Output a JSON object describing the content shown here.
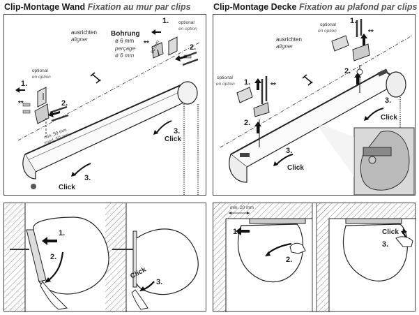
{
  "headings": {
    "left": {
      "de": "Clip-Montage Wand",
      "fr": "Fixation au mur par clips"
    },
    "right": {
      "de": "Clip-Montage Decke",
      "fr": "Fixation au plafond par clips"
    }
  },
  "wall_panel": {
    "align_de": "ausrichten",
    "align_fr": "aligner",
    "drill_de": "Bohrung",
    "drill_size_de": "ø 6 mm",
    "drill_fr": "perçage",
    "drill_size_fr": "ø 6 mm",
    "optional_de": "optional",
    "optional_fr": "en option",
    "dim_50": "50 mm",
    "min_50_de": "min. 50 mm",
    "min_50_fr": "mind. 50 mm",
    "step1": "1.",
    "step2": "2.",
    "step3": "3.",
    "click": "Click",
    "screw_mark": "**"
  },
  "ceiling_panel": {
    "align_de": "ausrichten",
    "align_fr": "aligner",
    "optional_de": "optional",
    "optional_fr": "en option",
    "step1": "1.",
    "step2": "2.",
    "step3": "3.",
    "click": "Click",
    "screw_mark": "**"
  },
  "bottom_left": {
    "step1": "1.",
    "step2": "2.",
    "step3": "3.",
    "click": "Click"
  },
  "bottom_right": {
    "min_20": "min. 20 mm",
    "step1": "1.",
    "step2": "2.",
    "step3": "3.",
    "click": "Click"
  }
}
